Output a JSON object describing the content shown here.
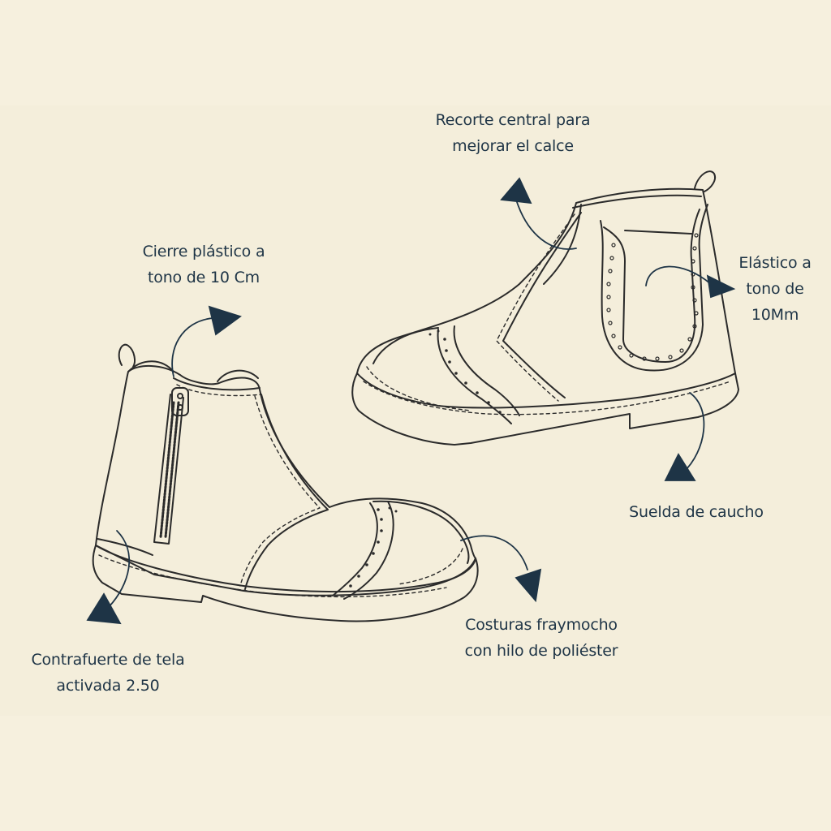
{
  "colors": {
    "background": "#f6f0de",
    "line": "#2b2b2b",
    "accent": "#1e3446"
  },
  "annotations": {
    "recorte": {
      "line1": "Recorte central para",
      "line2": "mejorar el calce"
    },
    "cierre": {
      "line1": "Cierre plástico a",
      "line2": "tono de 10 Cm"
    },
    "elastico": {
      "line1": "Elástico a",
      "line2": "tono de",
      "line3": "10Mm"
    },
    "suela": {
      "line1": "Suelda de caucho"
    },
    "costuras": {
      "line1": "Costuras fraymocho",
      "line2": "con hilo de poliéster"
    },
    "contrafuerte": {
      "line1": "Contrafuerte de tela",
      "line2": "activada 2.50"
    }
  }
}
